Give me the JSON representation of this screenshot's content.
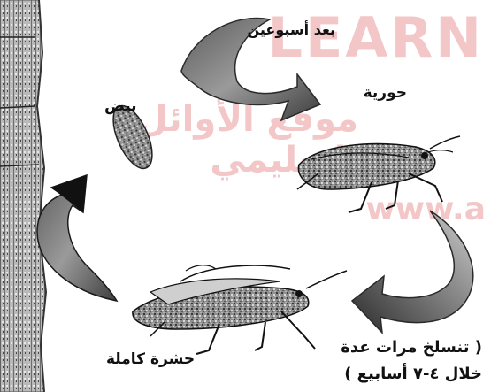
{
  "watermark": {
    "logo": "LEARN",
    "site": "موقع الأوائل التعليمي",
    "www": "www.a"
  },
  "labels": {
    "after_two_weeks": "بعد أسبوعين",
    "nymph": "حورية",
    "eggs": "بيض",
    "adult": "حشرة كاملة",
    "molts_line1": "( تنسلخ مرات عدة",
    "molts_line2": "خلال ٤-٧ أسابيع )"
  }
}
